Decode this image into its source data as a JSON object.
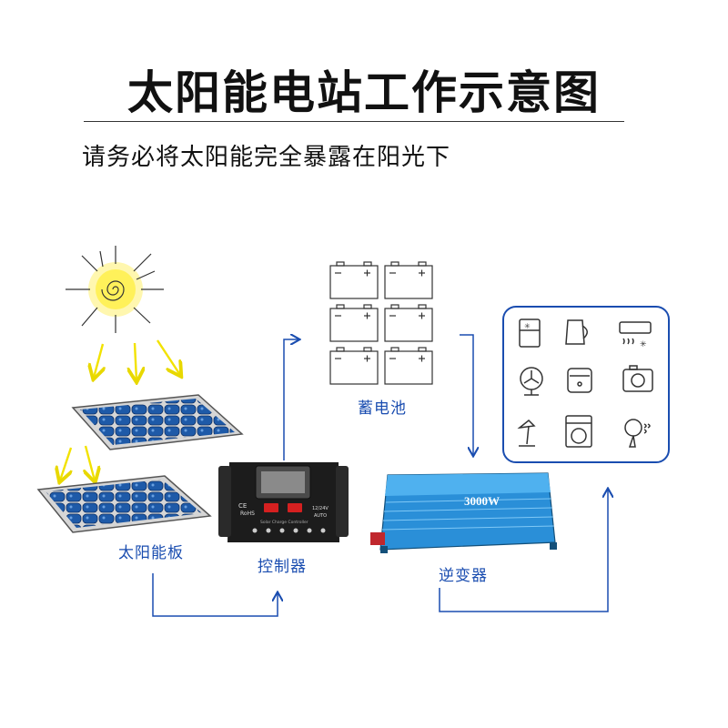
{
  "header": {
    "title": "太阳能电站工作示意图",
    "subtitle": "请务必将太阳能完全暴露在阳光下"
  },
  "components": {
    "solar_panel": "太阳能板",
    "controller": "控制器",
    "battery": "蓄电池",
    "inverter": "逆变器"
  },
  "controller_face": {
    "marks": "CE RoHS",
    "voltage": "12/24V",
    "mode": "AUTO",
    "model_text": "Solar Charge Controller"
  },
  "inverter_face": {
    "power": "3000W"
  },
  "appliances": [
    "refrigerator-icon",
    "kettle-icon",
    "air-conditioner-icon",
    "fan-icon",
    "rice-cooker-icon",
    "camera-icon",
    "desk-lamp-icon",
    "washing-machine-icon",
    "hair-dryer-icon"
  ],
  "colors": {
    "flow_arrow": "#1a4db0",
    "sun_ray_arrow": "#f2e200",
    "panel_cell": "#1e5aa8",
    "inverter_body": "#2a8fd8"
  }
}
